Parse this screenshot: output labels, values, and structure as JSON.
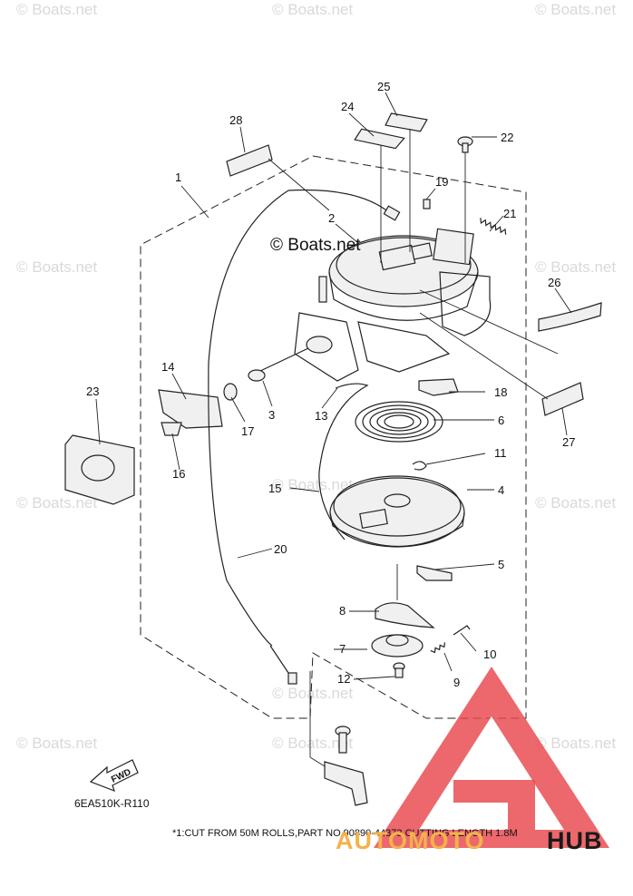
{
  "watermarks": [
    "© Boats.net",
    "© Boats.net",
    "© Boats.net",
    "© Boats.net",
    "© Boats.net",
    "© Boats.net",
    "© Boats.net",
    "© Boats.net",
    "© Boats.net",
    "© Boats.net",
    "© Boats.net",
    "© Boats.net"
  ],
  "center_watermark": "© Boats.net",
  "callouts": [
    "1",
    "2",
    "3",
    "4",
    "5",
    "6",
    "7",
    "8",
    "9",
    "10",
    "11",
    "12",
    "13",
    "14",
    "15",
    "16",
    "17",
    "18",
    "19",
    "20",
    "21",
    "22",
    "23",
    "24",
    "25",
    "26",
    "27",
    "28"
  ],
  "diagram_code": "6EA510K-R110",
  "fwd_label": "FWD",
  "footnote": "*1:CUT FROM 50M ROLLS,PART NO.90890-44373,CUTTING LENGTH 1.8M",
  "brand": {
    "part_a": "AUTOMOTO",
    "part_b": "HUB",
    "logo_color": "#e8474c",
    "accent_color": "#f4b24c"
  }
}
